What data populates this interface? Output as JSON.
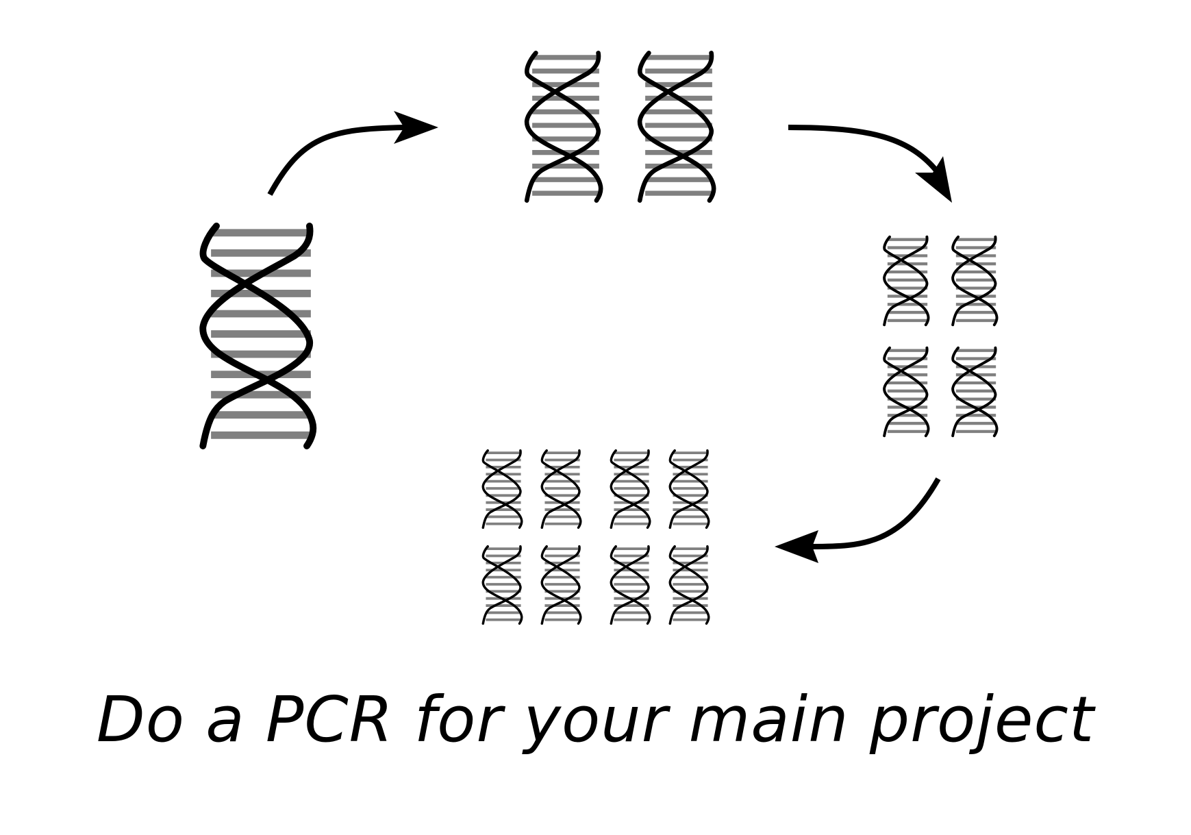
{
  "caption": "Do a PCR for your main project",
  "colors": {
    "background": "#ffffff",
    "strand": "#000000",
    "rung": "#808080"
  },
  "stages": [
    {
      "name": "cycle-0",
      "helix_count": 1
    },
    {
      "name": "cycle-1",
      "helix_count": 2
    },
    {
      "name": "cycle-2",
      "helix_count": 4
    },
    {
      "name": "cycle-3",
      "helix_count": 8
    }
  ],
  "arrows": [
    {
      "from": "cycle-0",
      "to": "cycle-1",
      "icon": "curved-arrow-icon"
    },
    {
      "from": "cycle-1",
      "to": "cycle-2",
      "icon": "curved-arrow-icon"
    },
    {
      "from": "cycle-2",
      "to": "cycle-3",
      "icon": "curved-arrow-icon"
    }
  ]
}
